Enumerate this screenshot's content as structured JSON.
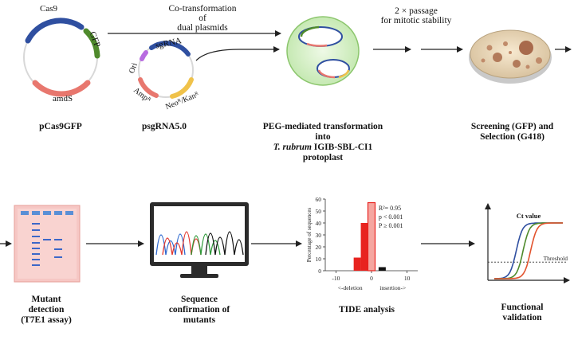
{
  "plasmid1": {
    "name": "pCas9GFP",
    "genes": {
      "cas9": "Cas9",
      "gfp": "GFP",
      "amds": "amdS"
    }
  },
  "plasmid2": {
    "name": "psgRNA5.0",
    "genes": {
      "sgrna": "sgRNA",
      "ori": "Ori",
      "amp": "Ampᴿ",
      "neo": "Neoᴿ/Kanᴿ"
    }
  },
  "arrow_notes": {
    "cotransformation": [
      "Co-transformation",
      "of",
      "dual plasmids"
    ],
    "passage": [
      "2 × passage",
      "for mitotic stability"
    ]
  },
  "steps": {
    "peg": {
      "line1": "PEG-mediated transformation",
      "line2": "into",
      "species": "T. rubrum",
      "strain": " IGIB-SBL-CI1",
      "line4": "protoplast"
    },
    "screening": {
      "line1": "Screening (GFP) and",
      "line2": "Selection (G418)"
    },
    "mutant": {
      "line1": "Mutant",
      "line2": "detection",
      "line3": "(T7E1 assay)"
    },
    "sequence": {
      "line1": "Sequence",
      "line2": "confirmation of",
      "line3": "mutants"
    },
    "tide": {
      "label": "TIDE analysis"
    },
    "functional": {
      "line1": "Functional",
      "line2": "validation"
    }
  },
  "colors": {
    "cas9": "#2f4fa0",
    "gfp": "#4f8a2c",
    "amds": "#e8776e",
    "sgrna": "#2f4fa0",
    "ori": "#b86be0",
    "amp": "#e8776e",
    "neo": "#f0c24a",
    "bar_red": "#e8231f",
    "bar_light": "#f5a6a0",
    "bar_black": "#111111"
  },
  "tide_chart": {
    "type": "bar",
    "ylabel": "Percentage of sequences",
    "xlabel_left": "<-deletion",
    "xlabel_right": "insertion->",
    "ylim": [
      0,
      60
    ],
    "yticks": [
      0,
      10,
      20,
      30,
      40,
      50,
      60
    ],
    "xticks": [
      -10,
      0,
      10
    ],
    "xlim": [
      -13,
      13
    ],
    "bars": [
      {
        "x": -4,
        "value": 11,
        "style": "red"
      },
      {
        "x": -2,
        "value": 40,
        "style": "red"
      },
      {
        "x": 0,
        "value": 57,
        "style": "light"
      },
      {
        "x": 3,
        "value": 3,
        "style": "black"
      }
    ],
    "stats": [
      "R²= 0.95",
      "p < 0.001",
      "P ≥ 0.001"
    ]
  },
  "qpcr_chart": {
    "type": "line",
    "title": "Ct value",
    "threshold_label": "Threshold",
    "curves": [
      {
        "color": "#2f4fa0",
        "midpoint": 0.32
      },
      {
        "color": "#4f8a2c",
        "midpoint": 0.42
      },
      {
        "color": "#e2532e",
        "midpoint": 0.53
      }
    ],
    "threshold_level": 0.3
  }
}
